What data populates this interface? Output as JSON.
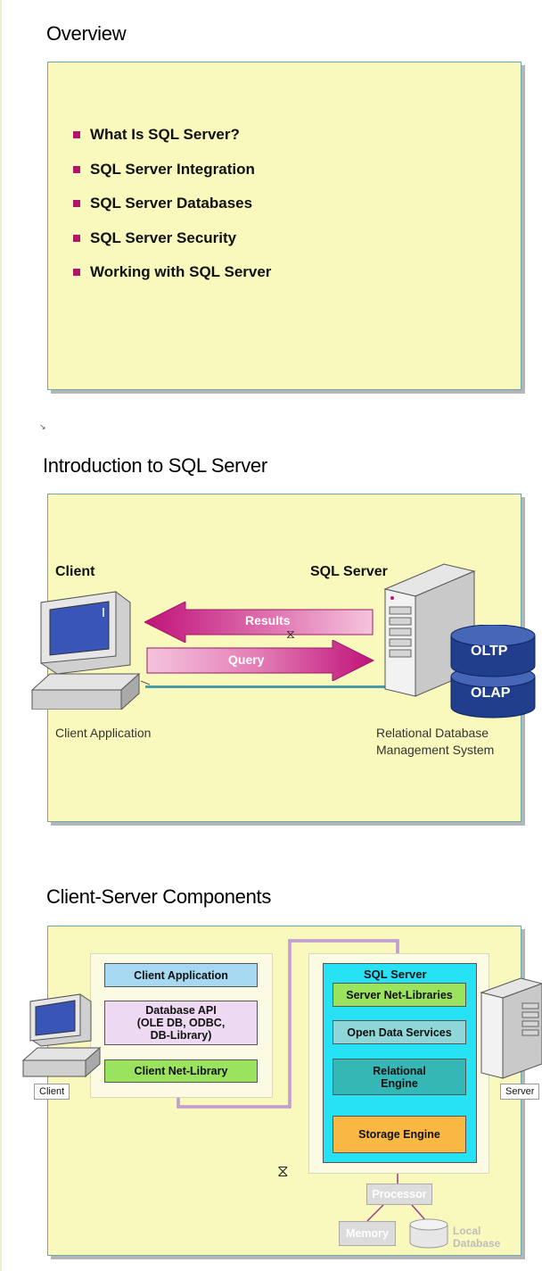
{
  "slides": {
    "overview": {
      "title": "Overview",
      "bullets": [
        "What Is SQL Server?",
        "SQL Server Integration",
        "SQL Server Databases",
        "SQL Server Security",
        "Working with SQL Server"
      ]
    },
    "intro": {
      "title": "Introduction to SQL Server",
      "client_label": "Client",
      "server_label": "SQL Server",
      "results_arrow": "Results",
      "query_arrow": "Query",
      "client_caption": "Client Application",
      "server_caption_line1": "Relational Database",
      "server_caption_line2": "Management System",
      "db_top": "OLTP",
      "db_bottom": "OLAP"
    },
    "components": {
      "title": "Client-Server Components",
      "client_stack": {
        "app": "Client Application",
        "api_line1": "Database API",
        "api_line2": "(OLE DB, ODBC,",
        "api_line3": "DB-Library)",
        "netlib": "Client Net-Library"
      },
      "server_stack": {
        "title": "SQL Server",
        "netlibs": "Server Net-Libraries",
        "ods": "Open Data Services",
        "rel_line1": "Relational",
        "rel_line2": "Engine",
        "storage": "Storage Engine"
      },
      "client_label": "Client",
      "server_label": "Server",
      "processor": "Processor",
      "memory": "Memory",
      "local_db_line1": "Local",
      "local_db_line2": "Database"
    }
  },
  "colors": {
    "panel_bg": "#f9f9bd",
    "panel_border": "#6fa7ac",
    "bullet": "#b5146c",
    "arrow": "#d9338a",
    "db": "#1b3d8f"
  }
}
